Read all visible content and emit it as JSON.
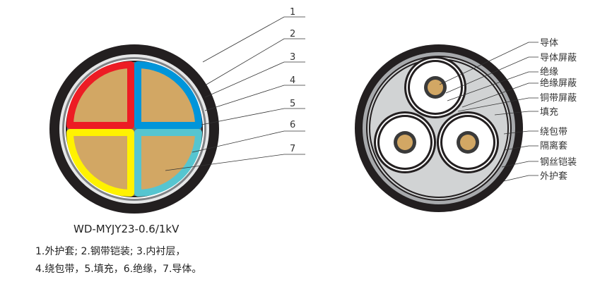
{
  "left_diagram": {
    "callouts": [
      "1",
      "2",
      "3",
      "4",
      "5",
      "6",
      "7"
    ],
    "model": "WD-MYJY23-0.6/1kV",
    "legend_line1": "1.外护套; 2.钢带铠装; 3.内衬层，",
    "legend_line2": "4.绕包带，5.填充，6.绝缘，7.导体。",
    "core_colors": [
      "#ed1c24",
      "#0095da",
      "#fff200",
      "#56c5d0"
    ],
    "conductor_color": "#d2a764"
  },
  "right_diagram": {
    "labels": [
      "导体",
      "导体屏蔽",
      "绝缘",
      "绝缘屏蔽",
      "铜带屏蔽",
      "填充",
      "绕包带",
      "隔离套",
      "钢丝铠装",
      "外护套"
    ]
  }
}
